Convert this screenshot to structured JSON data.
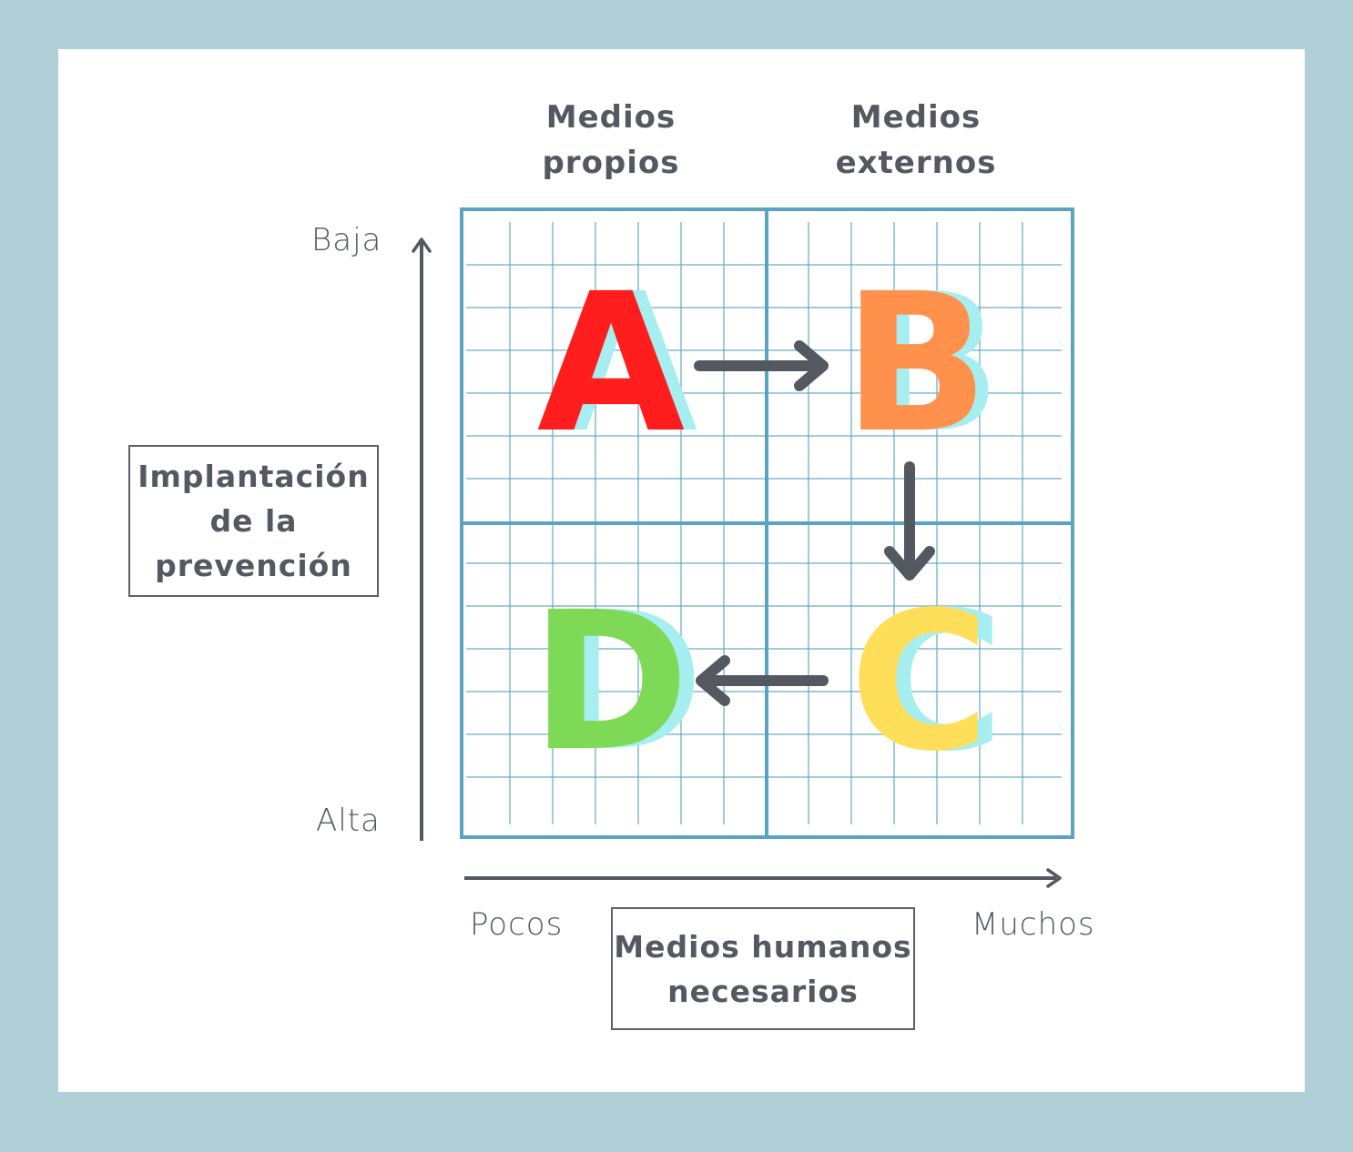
{
  "columns": {
    "own": {
      "line1": "Medios",
      "line2": "propios"
    },
    "external": {
      "line1": "Medios",
      "line2": "externos"
    }
  },
  "y_axis": {
    "top": "Baja",
    "bottom": "Alta",
    "label": {
      "line1": "Implantación",
      "line2": "de la",
      "line3": "prevención"
    }
  },
  "x_axis": {
    "left": "Pocos",
    "right": "Muchos",
    "label": {
      "line1": "Medios humanos",
      "line2": "necesarios"
    }
  },
  "quadrants": [
    {
      "letter": "A",
      "color": "#ff1d1d"
    },
    {
      "letter": "B",
      "color": "#ff914d"
    },
    {
      "letter": "C",
      "color": "#ffde59"
    },
    {
      "letter": "D",
      "color": "#7ed957"
    }
  ],
  "colors": {
    "background": "#b1cfd7",
    "grid": "#5aa4c2",
    "arrow": "#545961",
    "shadow": "#a6eef0"
  }
}
